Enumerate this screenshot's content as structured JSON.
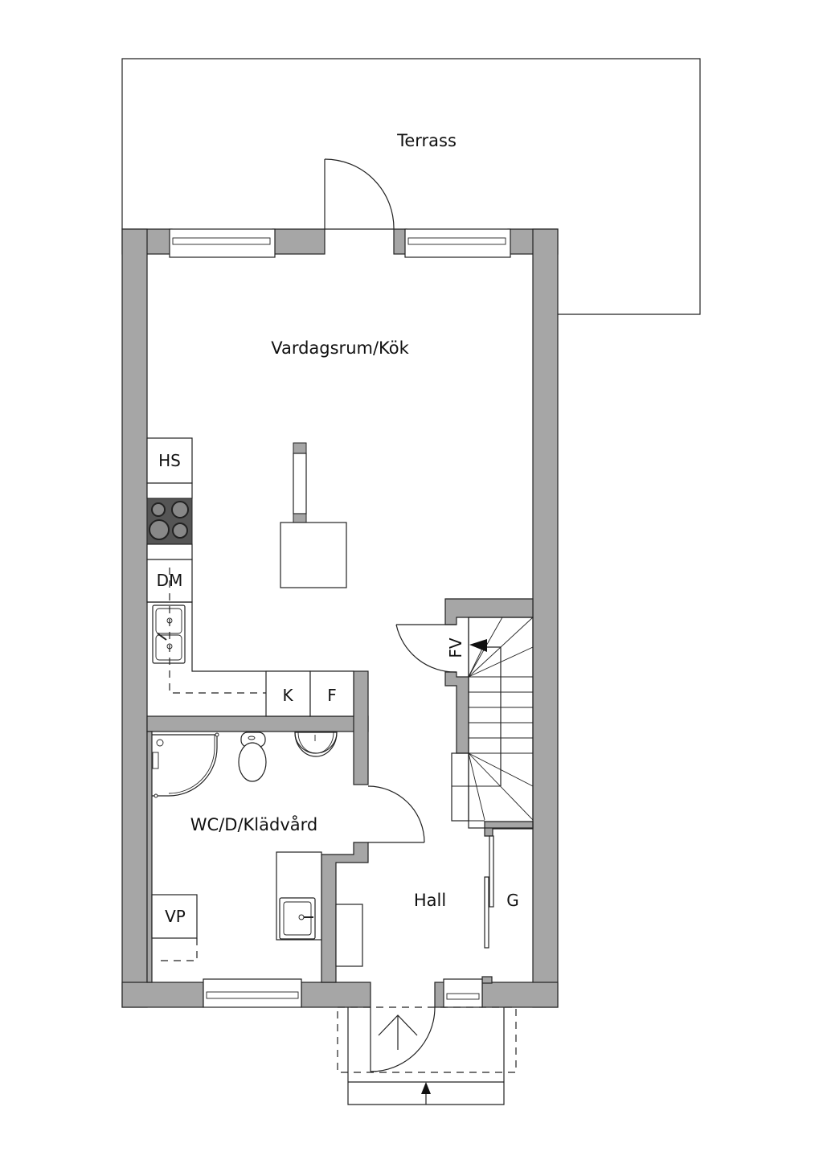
{
  "plan": {
    "rooms": {
      "terrace": "Terrass",
      "living_kitchen": "Vardagsrum/Kök",
      "wc_laundry": "WC/D/Klädvård",
      "hall": "Hall"
    },
    "fixtures": {
      "fridge_freezer": "HS",
      "dishwasher": "DM",
      "fridge": "K",
      "freezer": "F",
      "heat_pump": "VP",
      "closet": "G",
      "utility_cabinet": "FV"
    },
    "colors": {
      "wall_fill": "#a6a6a6",
      "stove_fill": "#555555",
      "line": "#222222",
      "background": "#ffffff"
    }
  }
}
